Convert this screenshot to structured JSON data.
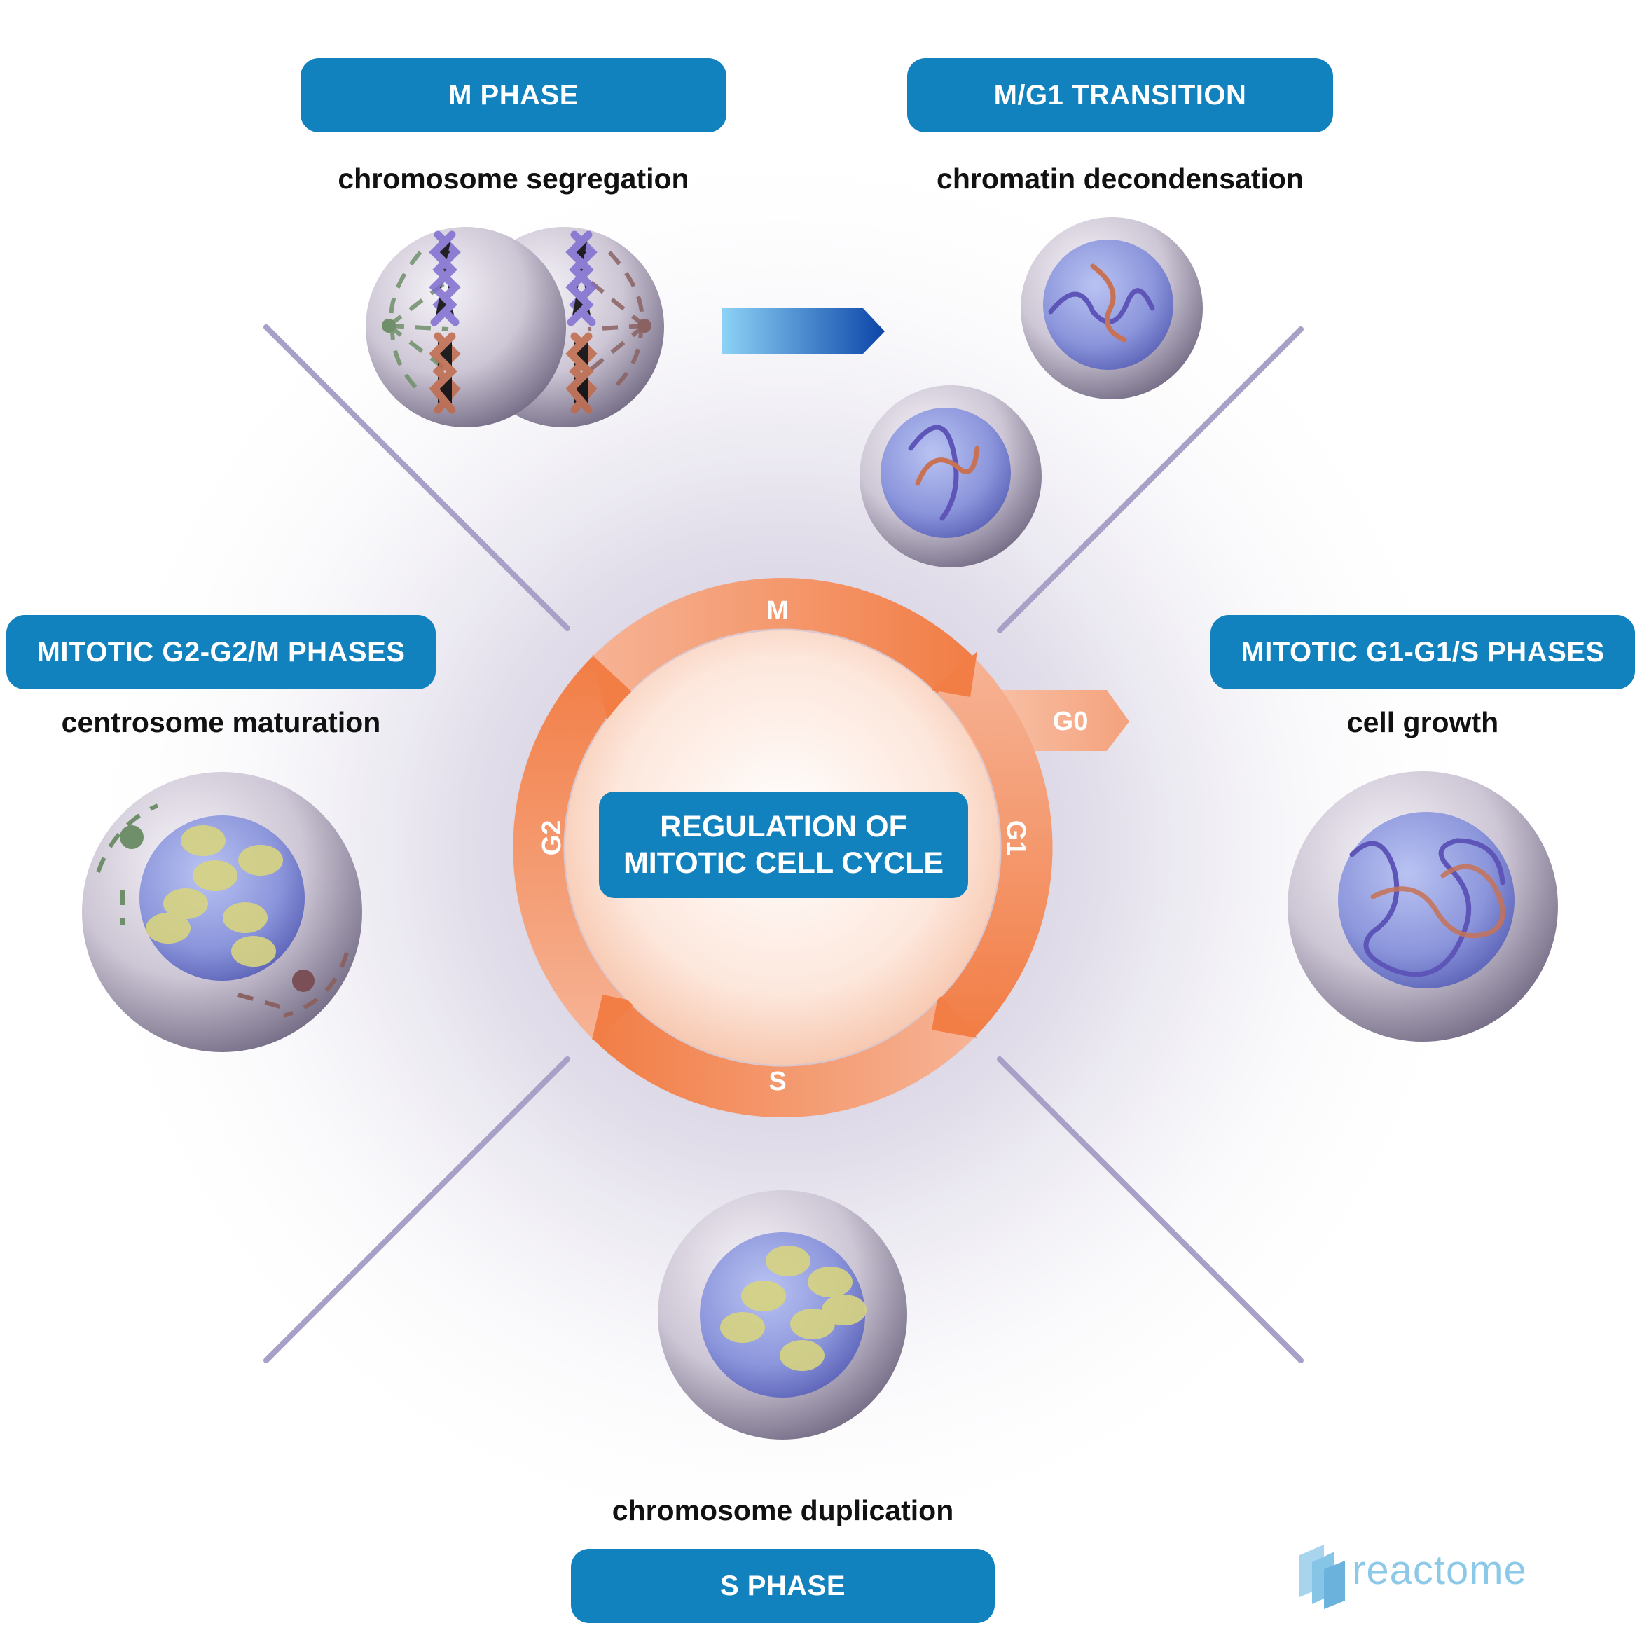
{
  "center": {
    "line1": "REGULATION OF",
    "line2": "MITOTIC CELL CYCLE"
  },
  "cycle": {
    "m": "M",
    "g1": "G1",
    "s": "S",
    "g2": "G2",
    "g0": "G0"
  },
  "phases": {
    "m_phase": {
      "title": "M PHASE",
      "caption": "chromosome segregation"
    },
    "m_g1": {
      "title": "M/G1 TRANSITION",
      "caption": "chromatin decondensation"
    },
    "g2_m": {
      "title": "MITOTIC G2-G2/M PHASES",
      "caption": "centrosome maturation"
    },
    "g1_s": {
      "title": "MITOTIC G1-G1/S PHASES",
      "caption": "cell growth"
    },
    "s_phase": {
      "title": "S PHASE",
      "caption": "chromosome duplication"
    }
  },
  "logo": "reactome",
  "colors": {
    "box": "#1182bd",
    "ring": "#f27d45",
    "nucleus": "#7e8ad6",
    "cell": "#c9c3d2"
  }
}
